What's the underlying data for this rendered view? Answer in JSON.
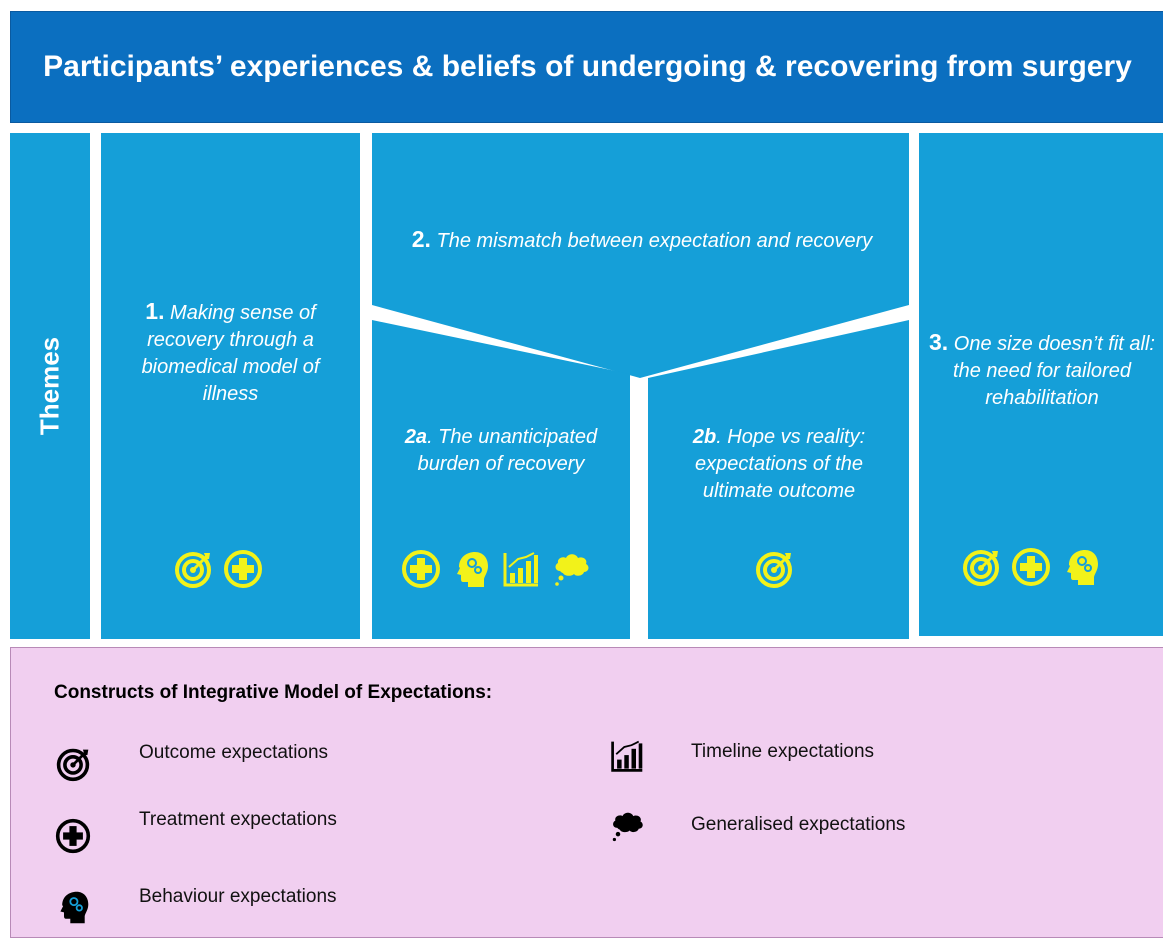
{
  "header": {
    "title": "Participants’ experiences & beliefs of undergoing & recovering from surgery"
  },
  "themes_label": "Themes",
  "theme1": {
    "number": "1.",
    "text": "Making sense of recovery through a biomedical model of illness"
  },
  "theme2": {
    "number": "2.",
    "text": "The mismatch between expectation and recovery"
  },
  "theme2a": {
    "number": "2a",
    "text": ". The unanticipated burden of recovery"
  },
  "theme2b": {
    "number": "2b",
    "text": ". Hope vs reality: expectations of the ultimate outcome"
  },
  "theme3": {
    "number": "3.",
    "text": "One size doesn’t fit all: the need for tailored rehabilitation"
  },
  "icons": {
    "theme1": [
      "target-icon",
      "plus-circle-icon"
    ],
    "theme2a": [
      "plus-circle-icon",
      "head-gears-icon",
      "bar-chart-icon",
      "thought-cloud-icon"
    ],
    "theme2b": [
      "target-icon"
    ],
    "theme3": [
      "target-icon",
      "plus-circle-icon",
      "head-gears-icon"
    ]
  },
  "legend": {
    "title": "Constructs of Integrative Model of Expectations:",
    "items": [
      {
        "icon": "target-icon",
        "label": "Outcome expectations"
      },
      {
        "icon": "plus-circle-icon",
        "label": "Treatment expectations"
      },
      {
        "icon": "head-gears-icon",
        "label": "Behaviour expectations"
      },
      {
        "icon": "bar-chart-icon",
        "label": "Timeline expectations"
      },
      {
        "icon": "thought-cloud-icon",
        "label": "Generalised expectations"
      }
    ]
  },
  "colors": {
    "header": "#0b6fc0",
    "panel": "#159fd8",
    "icon": "#f2f21a",
    "legend_bg": "#f1cff0"
  }
}
